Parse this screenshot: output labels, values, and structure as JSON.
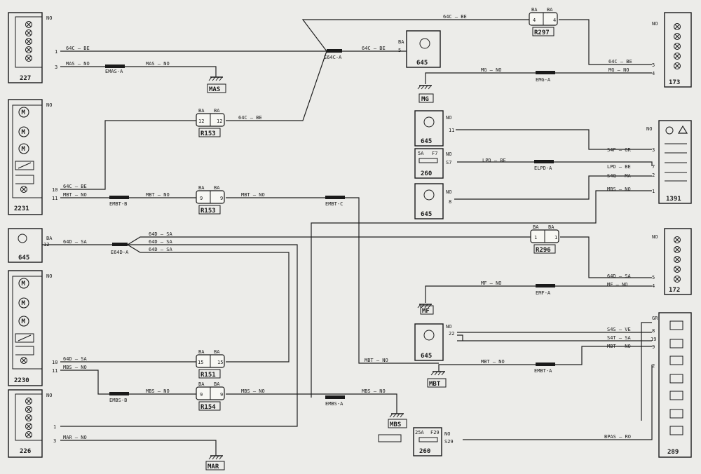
{
  "components": {
    "c227": "227",
    "c2231": "2231",
    "c645a": "645",
    "c2230": "2230",
    "c226": "226",
    "c645b": "645",
    "c645c": "645",
    "c260a": "260",
    "c645d": "645",
    "c645e": "645",
    "c260b": "260",
    "c173": "173",
    "c1391": "1391",
    "c172": "172",
    "c289": "289"
  },
  "relays": {
    "r297": "R297",
    "r153a": "R153",
    "r153b": "R153",
    "r296": "R296",
    "r151": "R151",
    "r154": "R154"
  },
  "grounds": {
    "mas": "MAS",
    "mg": "MG",
    "mf": "MF",
    "mbt": "MBT",
    "mbs": "MBS",
    "mar": "MAR"
  },
  "splices": {
    "e64ca": "E64C-A",
    "emasa": "EMAS-A",
    "emga": "EMG-A",
    "elpda": "ELPD-A",
    "embtb": "EMBT-B",
    "embtc": "EMBT-C",
    "e64da": "E64D-A",
    "emfa": "EMF-A",
    "embta": "EMBT-A",
    "embsb": "EMBS-B",
    "embsa": "EMBS-A"
  },
  "labels": {
    "no": "NO",
    "ba": "BA",
    "gr": "GR",
    "n1": "1",
    "n2": "2",
    "n3": "3",
    "n4": "4",
    "n5": "5",
    "n7": "7",
    "n8": "8",
    "n9": "9",
    "n10": "10",
    "n11": "11",
    "n12": "12",
    "n15": "15",
    "n19": "19",
    "n22": "22",
    "s7": "S7",
    "s29": "S29",
    "f7": "F7",
    "f29": "F29",
    "a5": "5A",
    "a25": "25A",
    "w64c_be": "64C — BE",
    "w64c_be2": "64C — BE",
    "w64c_be3": "64C — BE",
    "w64c_be4": "64C — BE",
    "w64c_be5": "64C — BE",
    "mas_no": "MAS — NO",
    "mas_no2": "MAS — NO",
    "mg_no": "MG — NO",
    "mg_no2": "MG — NO",
    "s4f_gr": "S4F — GR",
    "lpd_be": "LPD — BE",
    "lpd_be2": "LPD — BE",
    "s4q_ma": "S4Q — MA",
    "mbs_no": "MBS — NO",
    "w64c_be_l": "64C — BE",
    "mbt_no": "MBT — NO",
    "mbt_no2": "MBT — NO",
    "mbt_no3": "MBT — NO",
    "mbt_no4": "MBT — NO",
    "mbt_no5": "MBT — NO",
    "mbt_no6": "MBT — NO",
    "w64d_sa": "64D — SA",
    "w64d_sa1": "64D — SA",
    "w64d_sa2": "64D — SA",
    "w64d_sa3": "64D — SA",
    "w64d_sa4": "64D — SA",
    "w64d_sa5": "64D — SA",
    "mf_no": "MF — NO",
    "mf_no2": "MF — NO",
    "mf_no3": "MF — NO",
    "s4s_ve": "S4S — VE",
    "s4t_sa": "S4T — SA",
    "mbt_no7": "MBT — NO",
    "w64d_sa6": "64D — SA",
    "mbs_no1": "MBS — NO",
    "mbs_no2": "MBS — NO",
    "mbs_no3": "MBS — NO",
    "mbs_no4": "MBS — NO",
    "mbs_no5": "MBS — NO",
    "mar_no": "MAR — NO",
    "bpas_ro": "BPAS — RO"
  }
}
